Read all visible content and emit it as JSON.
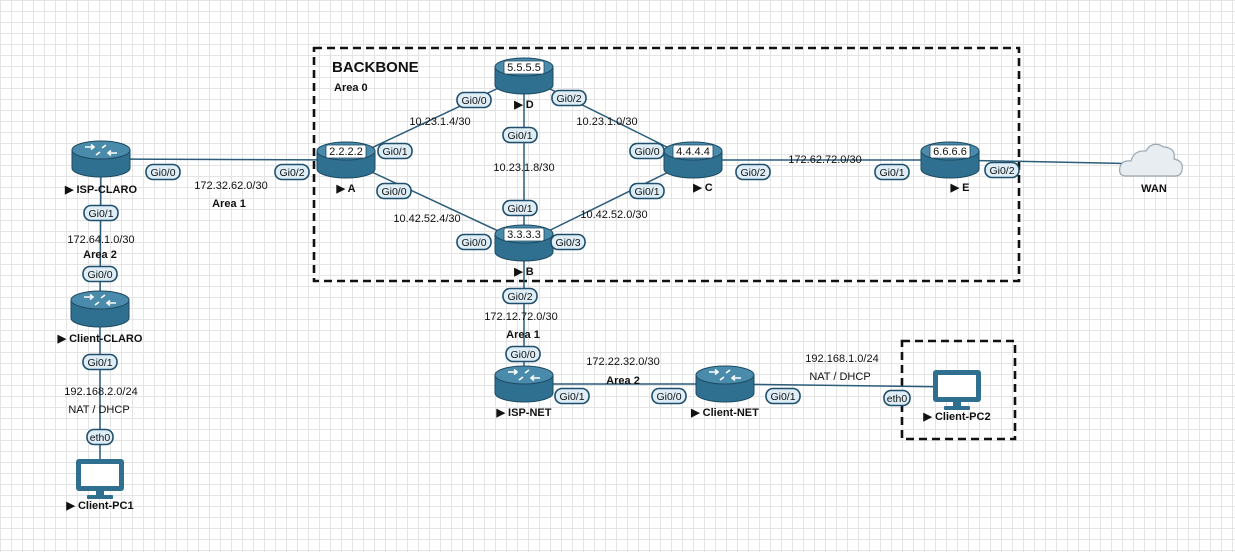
{
  "backbone": {
    "title": "BACKBONE",
    "area": "Area 0"
  },
  "routers": [
    {
      "id": "isp_claro",
      "name": "ISP-CLARO"
    },
    {
      "id": "client_claro",
      "name": "Client-CLARO"
    },
    {
      "id": "A",
      "name": "A",
      "rid": "2.2.2.2"
    },
    {
      "id": "D",
      "name": "D",
      "rid": "5.5.5.5"
    },
    {
      "id": "B",
      "name": "B",
      "rid": "3.3.3.3"
    },
    {
      "id": "C",
      "name": "C",
      "rid": "4.4.4.4"
    },
    {
      "id": "E",
      "name": "E",
      "rid": "6.6.6.6"
    },
    {
      "id": "isp_net",
      "name": "ISP-NET"
    },
    {
      "id": "client_net",
      "name": "Client-NET"
    }
  ],
  "pcs": [
    {
      "id": "pc1",
      "name": "Client-PC1"
    },
    {
      "id": "pc2",
      "name": "Client-PC2"
    }
  ],
  "cloud": {
    "name": "WAN"
  },
  "interfaces": [
    {
      "id": "ic_g00",
      "label": "Gi0/0"
    },
    {
      "id": "ic_g01",
      "label": "Gi0/1"
    },
    {
      "id": "cc_g00",
      "label": "Gi0/0"
    },
    {
      "id": "cc_g01",
      "label": "Gi0/1"
    },
    {
      "id": "pc1_eth0",
      "label": "eth0"
    },
    {
      "id": "a_g02",
      "label": "Gi0/2"
    },
    {
      "id": "a_g01",
      "label": "Gi0/1"
    },
    {
      "id": "a_g00",
      "label": "Gi0/0"
    },
    {
      "id": "d_g00",
      "label": "Gi0/0"
    },
    {
      "id": "d_g02",
      "label": "Gi0/2"
    },
    {
      "id": "d_g01",
      "label": "Gi0/1"
    },
    {
      "id": "b_g01",
      "label": "Gi0/1"
    },
    {
      "id": "b_g00",
      "label": "Gi0/0"
    },
    {
      "id": "b_g03",
      "label": "Gi0/3"
    },
    {
      "id": "b_g02",
      "label": "Gi0/2"
    },
    {
      "id": "c_g00",
      "label": "Gi0/0"
    },
    {
      "id": "c_g01",
      "label": "Gi0/1"
    },
    {
      "id": "c_g02",
      "label": "Gi0/2"
    },
    {
      "id": "e_g01",
      "label": "Gi0/1"
    },
    {
      "id": "e_g02",
      "label": "Gi0/2"
    },
    {
      "id": "in_g00",
      "label": "Gi0/0"
    },
    {
      "id": "in_g01",
      "label": "Gi0/1"
    },
    {
      "id": "cn_g00",
      "label": "Gi0/0"
    },
    {
      "id": "cn_g01",
      "label": "Gi0/1"
    },
    {
      "id": "pc2_eth0",
      "label": "eth0"
    }
  ],
  "networks": [
    {
      "id": "n_isp_a",
      "subnet": "172.32.62.0/30",
      "area": "Area 1"
    },
    {
      "id": "n_isp_cc",
      "subnet": "172.64.1.0/30",
      "area": "Area 2"
    },
    {
      "id": "n_pc1",
      "subnet": "192.168.2.0/24",
      "service": "NAT / DHCP"
    },
    {
      "id": "n_ad",
      "subnet": "10.23.1.4/30"
    },
    {
      "id": "n_dc",
      "subnet": "10.23.1.0/30"
    },
    {
      "id": "n_db",
      "subnet": "10.23.1.8/30"
    },
    {
      "id": "n_ab",
      "subnet": "10.42.52.4/30"
    },
    {
      "id": "n_cb",
      "subnet": "10.42.52.0/30"
    },
    {
      "id": "n_ce",
      "subnet": "172.62.72.0/30"
    },
    {
      "id": "n_b_isp",
      "subnet": "172.12.72.0/30",
      "area": "Area 1"
    },
    {
      "id": "n_isp_cn",
      "subnet": "172.22.32.0/30",
      "area": "Area 2"
    },
    {
      "id": "n_pc2",
      "subnet": "192.168.1.0/24",
      "service": "NAT / DHCP"
    }
  ],
  "colors": {
    "router": "#2f6f8f",
    "router_top": "#4a8aab",
    "link": "#2c5c7a",
    "pill_fill": "#dfeef6",
    "pill_stroke": "#1f4f6c",
    "monitor": "#2f6f8f"
  }
}
